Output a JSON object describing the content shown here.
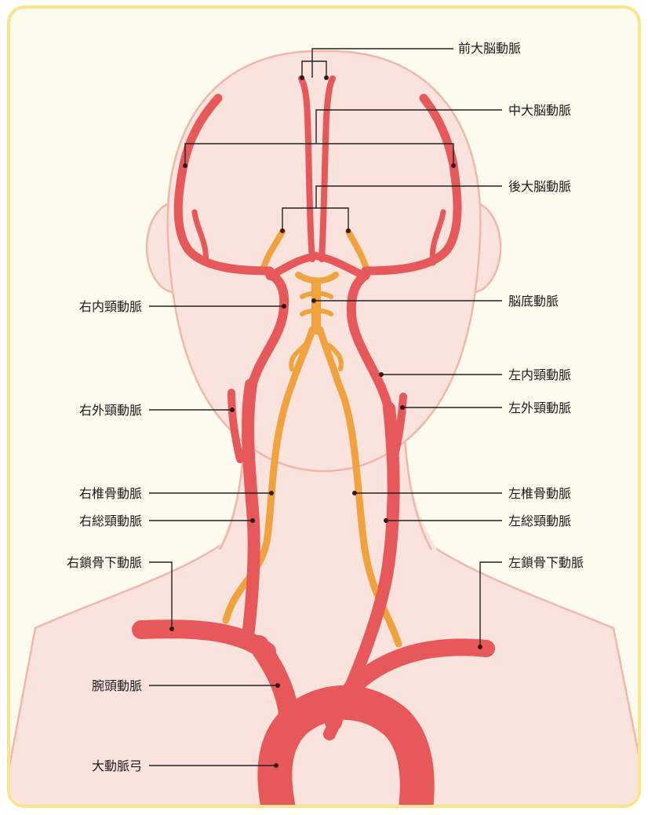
{
  "colors": {
    "frame_border": "#fbe48e",
    "background": "#fdfaee",
    "skin": "#fbe3dd",
    "skin_outline": "#f0b7ab",
    "artery": "#e7585a",
    "artery_dark": "#d64448",
    "vertebral": "#f0a23e",
    "leader_line": "#222222"
  },
  "labels": {
    "anterior_cerebral": "前大脳動脈",
    "middle_cerebral": "中大脳動脈",
    "posterior_cerebral": "後大脳動脈",
    "basilar": "脳底動脈",
    "right_internal_carotid": "右内頸動脈",
    "left_internal_carotid": "左内頸動脈",
    "right_external_carotid": "右外頸動脈",
    "left_external_carotid": "左外頸動脈",
    "right_vertebral": "右椎骨動脈",
    "left_vertebral": "左椎骨動脈",
    "right_common_carotid": "右総頸動脈",
    "left_common_carotid": "左総頸動脈",
    "right_subclavian": "右鎖骨下動脈",
    "left_subclavian": "左鎖骨下動脈",
    "brachiocephalic": "腕頭動脈",
    "aortic_arch": "大動脈弓"
  }
}
